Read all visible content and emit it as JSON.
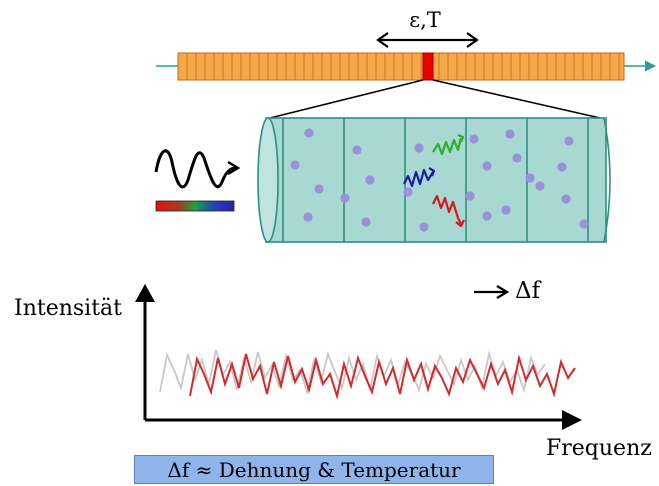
{
  "labels": {
    "strain_temperature": "ε,T",
    "frequency_shift": "Δf",
    "y_axis": "Intensität",
    "x_axis": "Frequenz",
    "result": "Δf ≈ Dehnung & Temperatur"
  },
  "colors": {
    "fiber_fill": "#f7a94a",
    "fiber_segment_line": "#b86e15",
    "sensing_segment": "#e80000",
    "fiber_axis": "#2a9c92",
    "core_fill": "#a8d8d2",
    "core_outline": "#2d8f83",
    "scatter_particle": "#9a92d8",
    "reference_trace": "#c8c8c8",
    "shifted_trace": "#d42a2a",
    "result_box": "#8eb4ea"
  },
  "icons": [
    "light-wave-icon",
    "spectrum-bar-icon",
    "photon-squiggle-icon"
  ],
  "traces": {
    "reference": [
      8,
      45,
      30,
      12,
      46,
      20,
      40,
      16,
      50,
      25,
      38,
      10,
      42,
      18,
      48,
      22,
      35,
      14,
      44,
      20,
      30,
      8,
      40,
      18,
      46,
      28,
      12,
      42,
      20,
      36,
      10,
      44,
      24,
      40,
      15,
      38,
      26,
      10,
      36,
      22,
      44,
      30,
      16,
      40,
      20,
      34,
      12,
      46,
      24,
      38,
      18,
      30,
      10,
      42,
      26,
      36
    ],
    "shifted": [
      8,
      45,
      30,
      12,
      46,
      20,
      40,
      16,
      50,
      25,
      38,
      10,
      42,
      18,
      48,
      22,
      35,
      14,
      44,
      20,
      30,
      8,
      40,
      18,
      46,
      28,
      12,
      42,
      20,
      36,
      10,
      44,
      24,
      40,
      15,
      38,
      26,
      10,
      36,
      22,
      44,
      30,
      16,
      40,
      20,
      34,
      12,
      46,
      24,
      38,
      18,
      30,
      10,
      42,
      26,
      36
    ]
  }
}
